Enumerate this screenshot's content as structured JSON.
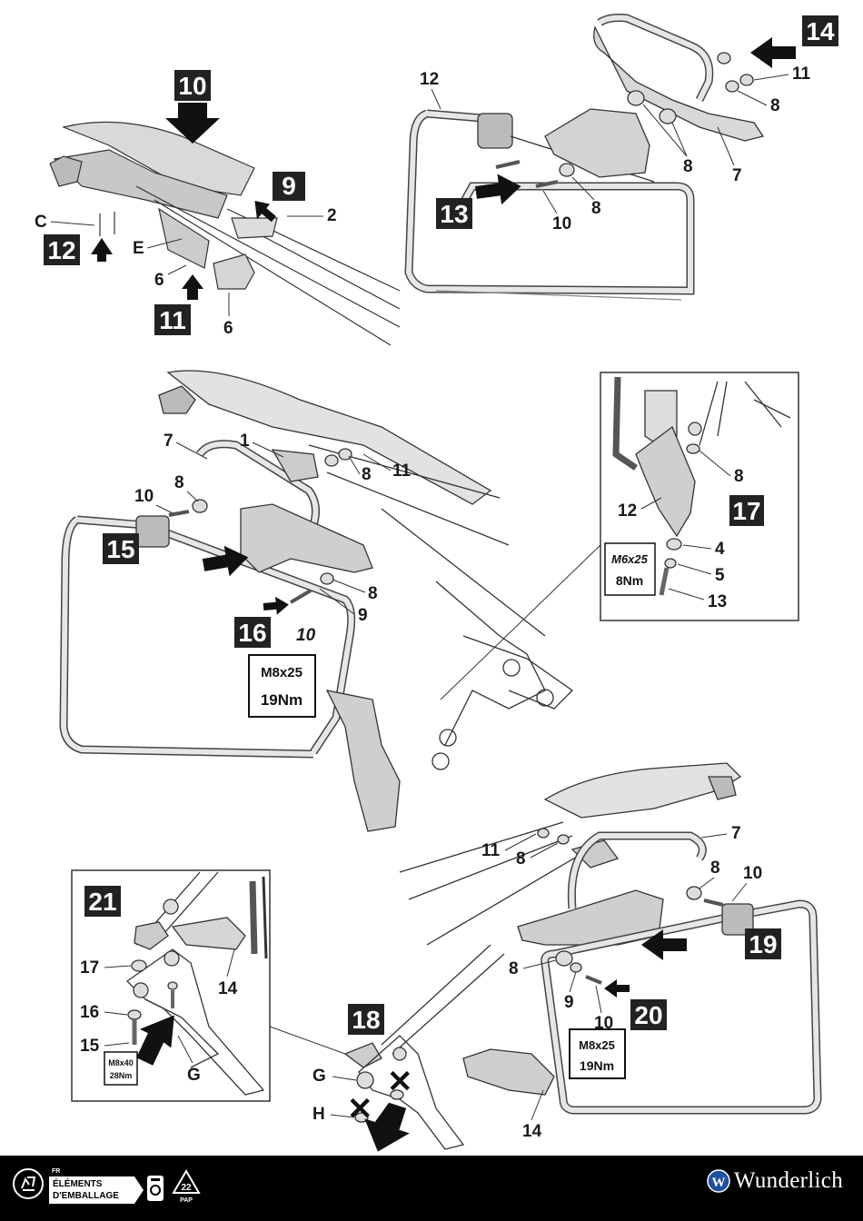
{
  "steps": {
    "s9": "9",
    "s10": "10",
    "s11": "11",
    "s12": "12",
    "s13": "13",
    "s14": "14",
    "s15": "15",
    "s16": "16",
    "s17": "17",
    "s18": "18",
    "s19": "19",
    "s20": "20",
    "s21": "21"
  },
  "labels": {
    "c": "C",
    "e": "E",
    "p2": "2",
    "p6": "6",
    "p12": "12",
    "p8": "8",
    "p10": "10",
    "p11": "11",
    "p7": "7",
    "p1": "1",
    "p9": "9",
    "p4": "4",
    "p5": "5",
    "p13": "13",
    "p17": "17",
    "p16": "16",
    "p15": "15",
    "p14": "14",
    "g": "G",
    "h": "H"
  },
  "specs": {
    "m8x25": "M8x25",
    "nm19": "19Nm",
    "m6x25": "M6x25",
    "nm8": "8Nm",
    "m8x40": "M8x40",
    "nm28": "28Nm"
  },
  "footer": {
    "country": "FR",
    "packaging_line1": "ÉLÉMENTS",
    "packaging_line2": "D'EMBALLAGE",
    "recycle_code": "22",
    "recycle_sub": "PAP",
    "brand": "Wunderlich",
    "brand_mark": "W"
  }
}
